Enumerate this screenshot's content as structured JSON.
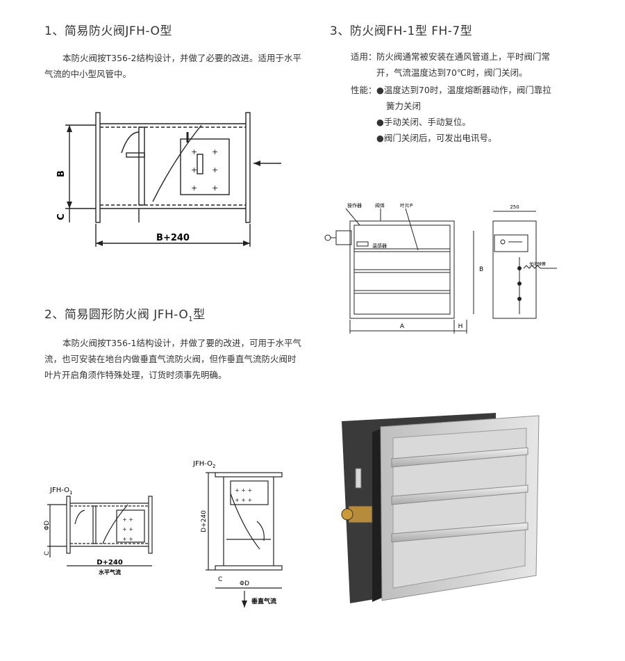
{
  "section1": {
    "title": "1、简易防火阀JFH-O型",
    "body": "本防火阀按T356-2结构设计，并做了必要的改进。适用于水平气流的中小型风管中。",
    "labels": {
      "b": "B",
      "c": "C",
      "width": "B+240"
    }
  },
  "section2": {
    "title_main": "2、简易圆形防火阀 JFH-O",
    "title_sub": "1",
    "title_tail": "型",
    "body": "本防火阀按T356-1结构设计，并做了要的改进，可用于水平气流，也可安装在地台内做垂直气流防火阀，但作垂直气流防火阀时叶片开启角须作特殊处理，订货时须事先明确。",
    "fig1": {
      "name_main": "JFH-O",
      "name_sub": "1",
      "d_label": "ΦD",
      "c": "C",
      "width": "D+240",
      "caption": "水平气流"
    },
    "fig2": {
      "name_main": "JFH-O",
      "name_sub": "2",
      "height": "D+240",
      "c": "C",
      "d_label": "ΦD",
      "caption": "垂直气流"
    }
  },
  "section3": {
    "title": "3、防火阀FH-1型  FH-7型",
    "usage_label": "适用：",
    "usage_line1": "防火阀通常被安装在通风管道上，平时阀门常",
    "usage_line2": "开，气流温度达到70℃时，阀门关闭。",
    "perf_label": "性能：",
    "bullets": [
      {
        "line1": "温度达到70时，温度熔断器动作，阀门靠拉",
        "line2": "簧力关闭"
      },
      {
        "line1": "手动关闭、手动复位。",
        "line2": ""
      },
      {
        "line1": "阀门关闭后，可发出电讯号。",
        "line2": ""
      }
    ],
    "diagram": {
      "actuator": "操作器",
      "body": "阀体",
      "blade": "叶片P",
      "sensor": "温感器",
      "a": "A",
      "h": "H",
      "b": "B",
      "dim": "250",
      "spring": "关闭弹簧"
    }
  }
}
